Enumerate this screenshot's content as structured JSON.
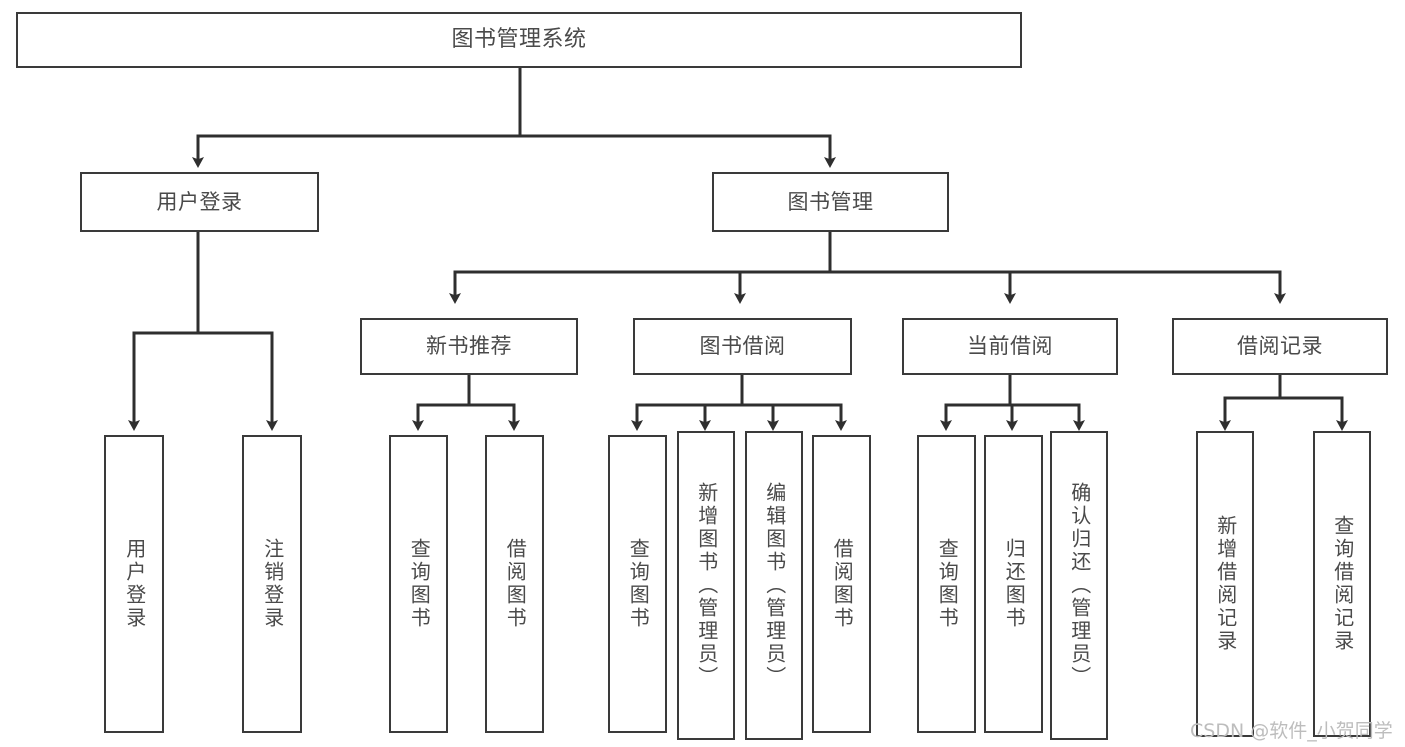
{
  "diagram": {
    "title": "图书管理系统",
    "type": "tree-hierarchy-diagram",
    "colors": {
      "box_border": "#3a3a3a",
      "text": "#4a4a4a",
      "background": "#ffffff",
      "connector": "#2f2f2f",
      "watermark": "#bdbdbd"
    },
    "levels": {
      "root": {
        "label": "图书管理系统"
      },
      "level2": [
        {
          "id": "user-login",
          "label": "用户登录"
        },
        {
          "id": "book-management",
          "label": "图书管理"
        }
      ],
      "level3": [
        {
          "id": "new-book-recommend",
          "label": "新书推荐",
          "parent": "book-management"
        },
        {
          "id": "book-borrow",
          "label": "图书借阅",
          "parent": "book-management"
        },
        {
          "id": "current-borrow",
          "label": "当前借阅",
          "parent": "book-management"
        },
        {
          "id": "borrow-record",
          "label": "借阅记录",
          "parent": "book-management"
        }
      ],
      "leaves": [
        {
          "id": "leaf-user-login",
          "label": "用户登录",
          "parent": "user-login"
        },
        {
          "id": "leaf-logout-login",
          "label": "注销登录",
          "parent": "user-login"
        },
        {
          "id": "leaf-query-book-1",
          "label": "查询图书",
          "parent": "new-book-recommend"
        },
        {
          "id": "leaf-borrow-book-1",
          "label": "借阅图书",
          "parent": "new-book-recommend"
        },
        {
          "id": "leaf-query-book-2",
          "label": "查询图书",
          "parent": "book-borrow"
        },
        {
          "id": "leaf-add-book",
          "label": "新增图书（管理员）",
          "parent": "book-borrow"
        },
        {
          "id": "leaf-edit-book",
          "label": "编辑图书（管理员）",
          "parent": "book-borrow"
        },
        {
          "id": "leaf-borrow-book-2",
          "label": "借阅图书",
          "parent": "book-borrow"
        },
        {
          "id": "leaf-query-book-3",
          "label": "查询图书",
          "parent": "current-borrow"
        },
        {
          "id": "leaf-return-book",
          "label": "归还图书",
          "parent": "current-borrow"
        },
        {
          "id": "leaf-confirm-return",
          "label": "确认归还（管理员）",
          "parent": "current-borrow"
        },
        {
          "id": "leaf-add-record",
          "label": "新增借阅记录",
          "parent": "borrow-record"
        },
        {
          "id": "leaf-query-record",
          "label": "查询借阅记录",
          "parent": "borrow-record"
        }
      ]
    },
    "watermark": "CSDN @软件_小贺同学"
  }
}
